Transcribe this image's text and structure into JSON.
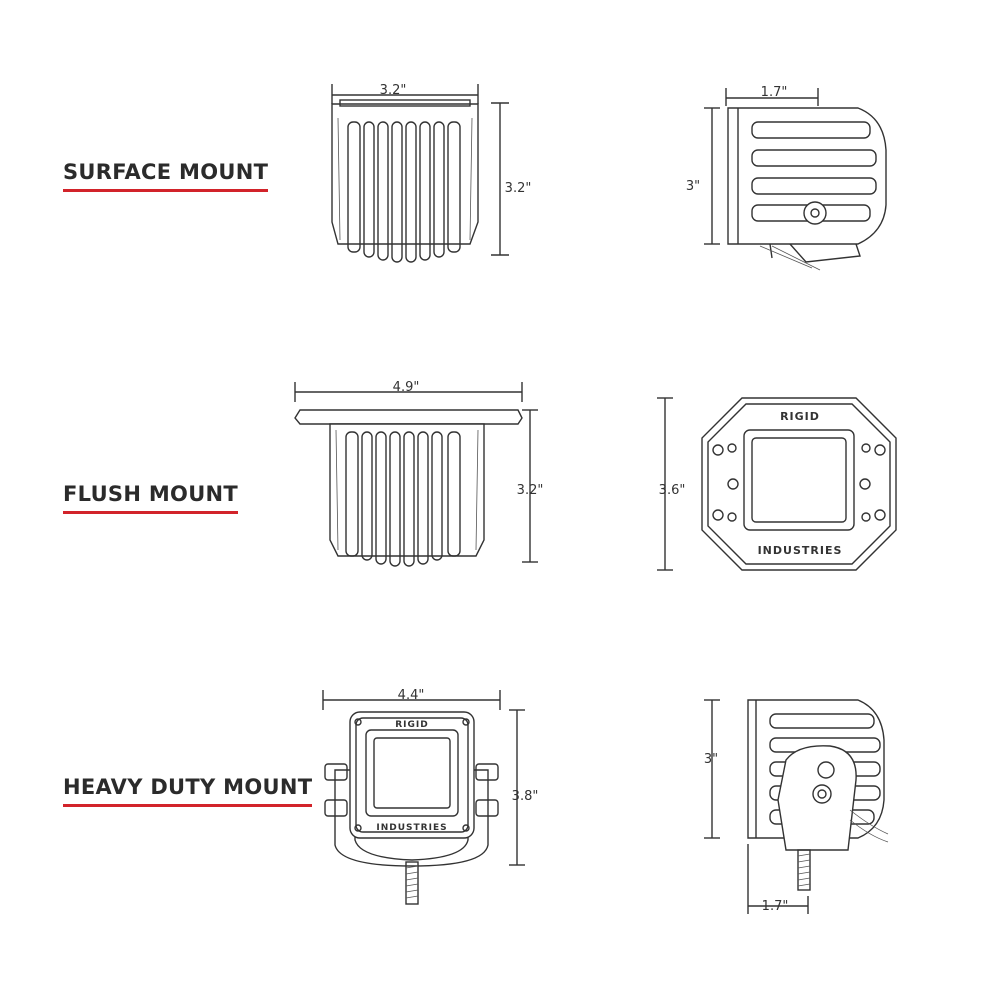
{
  "sections": [
    {
      "title": "SURFACE MOUNT",
      "front": {
        "width_label": "3.2\"",
        "height_label": "3.2\""
      },
      "side": {
        "depth_label": "1.7\"",
        "height_label": "3\""
      }
    },
    {
      "title": "FLUSH MOUNT",
      "front": {
        "width_label": "4.9\"",
        "height_label": "3.2\""
      },
      "face": {
        "height_label": "3.6\"",
        "logo_top": "RIGID",
        "logo_bottom": "INDUSTRIES"
      }
    },
    {
      "title": "HEAVY DUTY MOUNT",
      "front": {
        "width_label": "4.4\"",
        "height_label": "3.8\"",
        "logo_top": "RIGID",
        "logo_bottom": "INDUSTRIES"
      },
      "side": {
        "height_label": "3\"",
        "depth_label": "1.7\""
      }
    }
  ],
  "colors": {
    "accent_underline": "#d2232a",
    "ink": "#333333"
  }
}
